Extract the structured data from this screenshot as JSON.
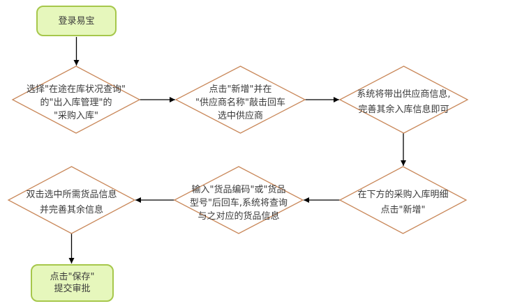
{
  "colors": {
    "background": "#FFFFFF",
    "terminator_fill": "#E6F7BC",
    "terminator_border": "#A6C74B",
    "decision_fill": "#FFFFFF",
    "decision_border": "#C9885A",
    "arrow": "#000000",
    "text": "#3A3A3A"
  },
  "nodes": {
    "start": {
      "type": "terminator",
      "lines": [
        "登录易宝"
      ]
    },
    "step1": {
      "type": "decision",
      "lines": [
        "选择\"在途在库状况查询\"",
        "的\"出入库管理\"的",
        "\"采购入库\""
      ]
    },
    "step2": {
      "type": "decision",
      "lines": [
        "点击\"新增\"并在",
        "\"供应商名称\"敲击回车",
        "选中供应商"
      ]
    },
    "step3": {
      "type": "decision",
      "lines": [
        "系统将带出供应商信息,",
        "完善其余入库信息即可"
      ]
    },
    "step4": {
      "type": "decision",
      "lines": [
        "在下方的采购入库明细",
        "点击\"新增\""
      ]
    },
    "step5": {
      "type": "decision",
      "lines": [
        "输入\"货品编码\"或\"货品",
        "型号\"后回车,系统将查询",
        "与之对应的货品信息"
      ]
    },
    "step6": {
      "type": "decision",
      "lines": [
        "双击选中所需货品信息",
        "并完善其余信息"
      ]
    },
    "end": {
      "type": "terminator",
      "lines": [
        "点击\"保存\"",
        "提交审批"
      ]
    }
  },
  "connectors": [
    {
      "from": "start",
      "to": "step1",
      "direction": "down"
    },
    {
      "from": "step1",
      "to": "step2",
      "direction": "right"
    },
    {
      "from": "step2",
      "to": "step3",
      "direction": "right"
    },
    {
      "from": "step3",
      "to": "step4",
      "direction": "down"
    },
    {
      "from": "step4",
      "to": "step5",
      "direction": "left"
    },
    {
      "from": "step5",
      "to": "step6",
      "direction": "left"
    },
    {
      "from": "step6",
      "to": "end",
      "direction": "down"
    }
  ]
}
